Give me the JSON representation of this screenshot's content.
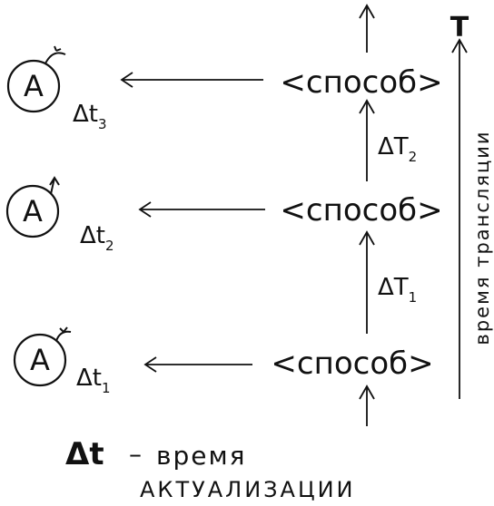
{
  "rows": [
    {
      "actor": "A",
      "method": "способ",
      "dt_base": "Δt",
      "dt_sub": "3"
    },
    {
      "actor": "A",
      "method": "способ",
      "dt_base": "Δt",
      "dt_sub": "2"
    },
    {
      "actor": "A",
      "method": "способ",
      "dt_base": "Δt",
      "dt_sub": "1"
    }
  ],
  "intervals": [
    {
      "base": "ΔT",
      "sub": "2"
    },
    {
      "base": "ΔT",
      "sub": "1"
    }
  ],
  "axis": {
    "symbol": "T",
    "label": "время трансляции"
  },
  "legend": {
    "symbol": "Δt",
    "dash": "–",
    "line1": "время",
    "line2": "АКТУАЛИЗАЦИИ"
  },
  "stroke_color": "#111111"
}
